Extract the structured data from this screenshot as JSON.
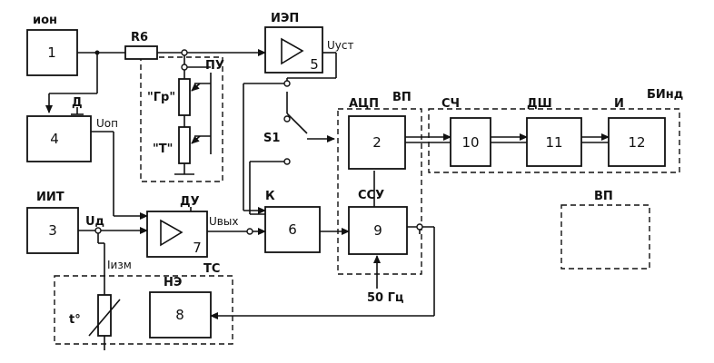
{
  "blocks": {
    "b1": "1",
    "b2": "2",
    "b3": "3",
    "b4": "4",
    "b5": "5",
    "b6": "6",
    "b7": "7",
    "b8": "8",
    "b9": "9",
    "b10": "10",
    "b11": "11",
    "b12": "12"
  },
  "labels": {
    "ion": "ион",
    "r6": "R6",
    "iep": "ИЭП",
    "uust": "Uуст",
    "pu": "ПУ",
    "gr": "\"Гр\"",
    "t": "\"Т\"",
    "d": "Д",
    "uop": "Uоп",
    "s1": "S1",
    "acp": "АЦП",
    "vp1": "ВП",
    "sch": "СЧ",
    "dsh": "ДШ",
    "i": "И",
    "bind": "БИнд",
    "iit": "ИИТ",
    "ud": "Uд",
    "du": "ДУ",
    "uvyh": "Uвых",
    "k": "К",
    "ssu": "ССУ",
    "vp2": "ВП",
    "izm": "Iизм",
    "ts": "ТС",
    "ne": "НЭ",
    "temp": "t°",
    "hz": "50 Гц"
  }
}
